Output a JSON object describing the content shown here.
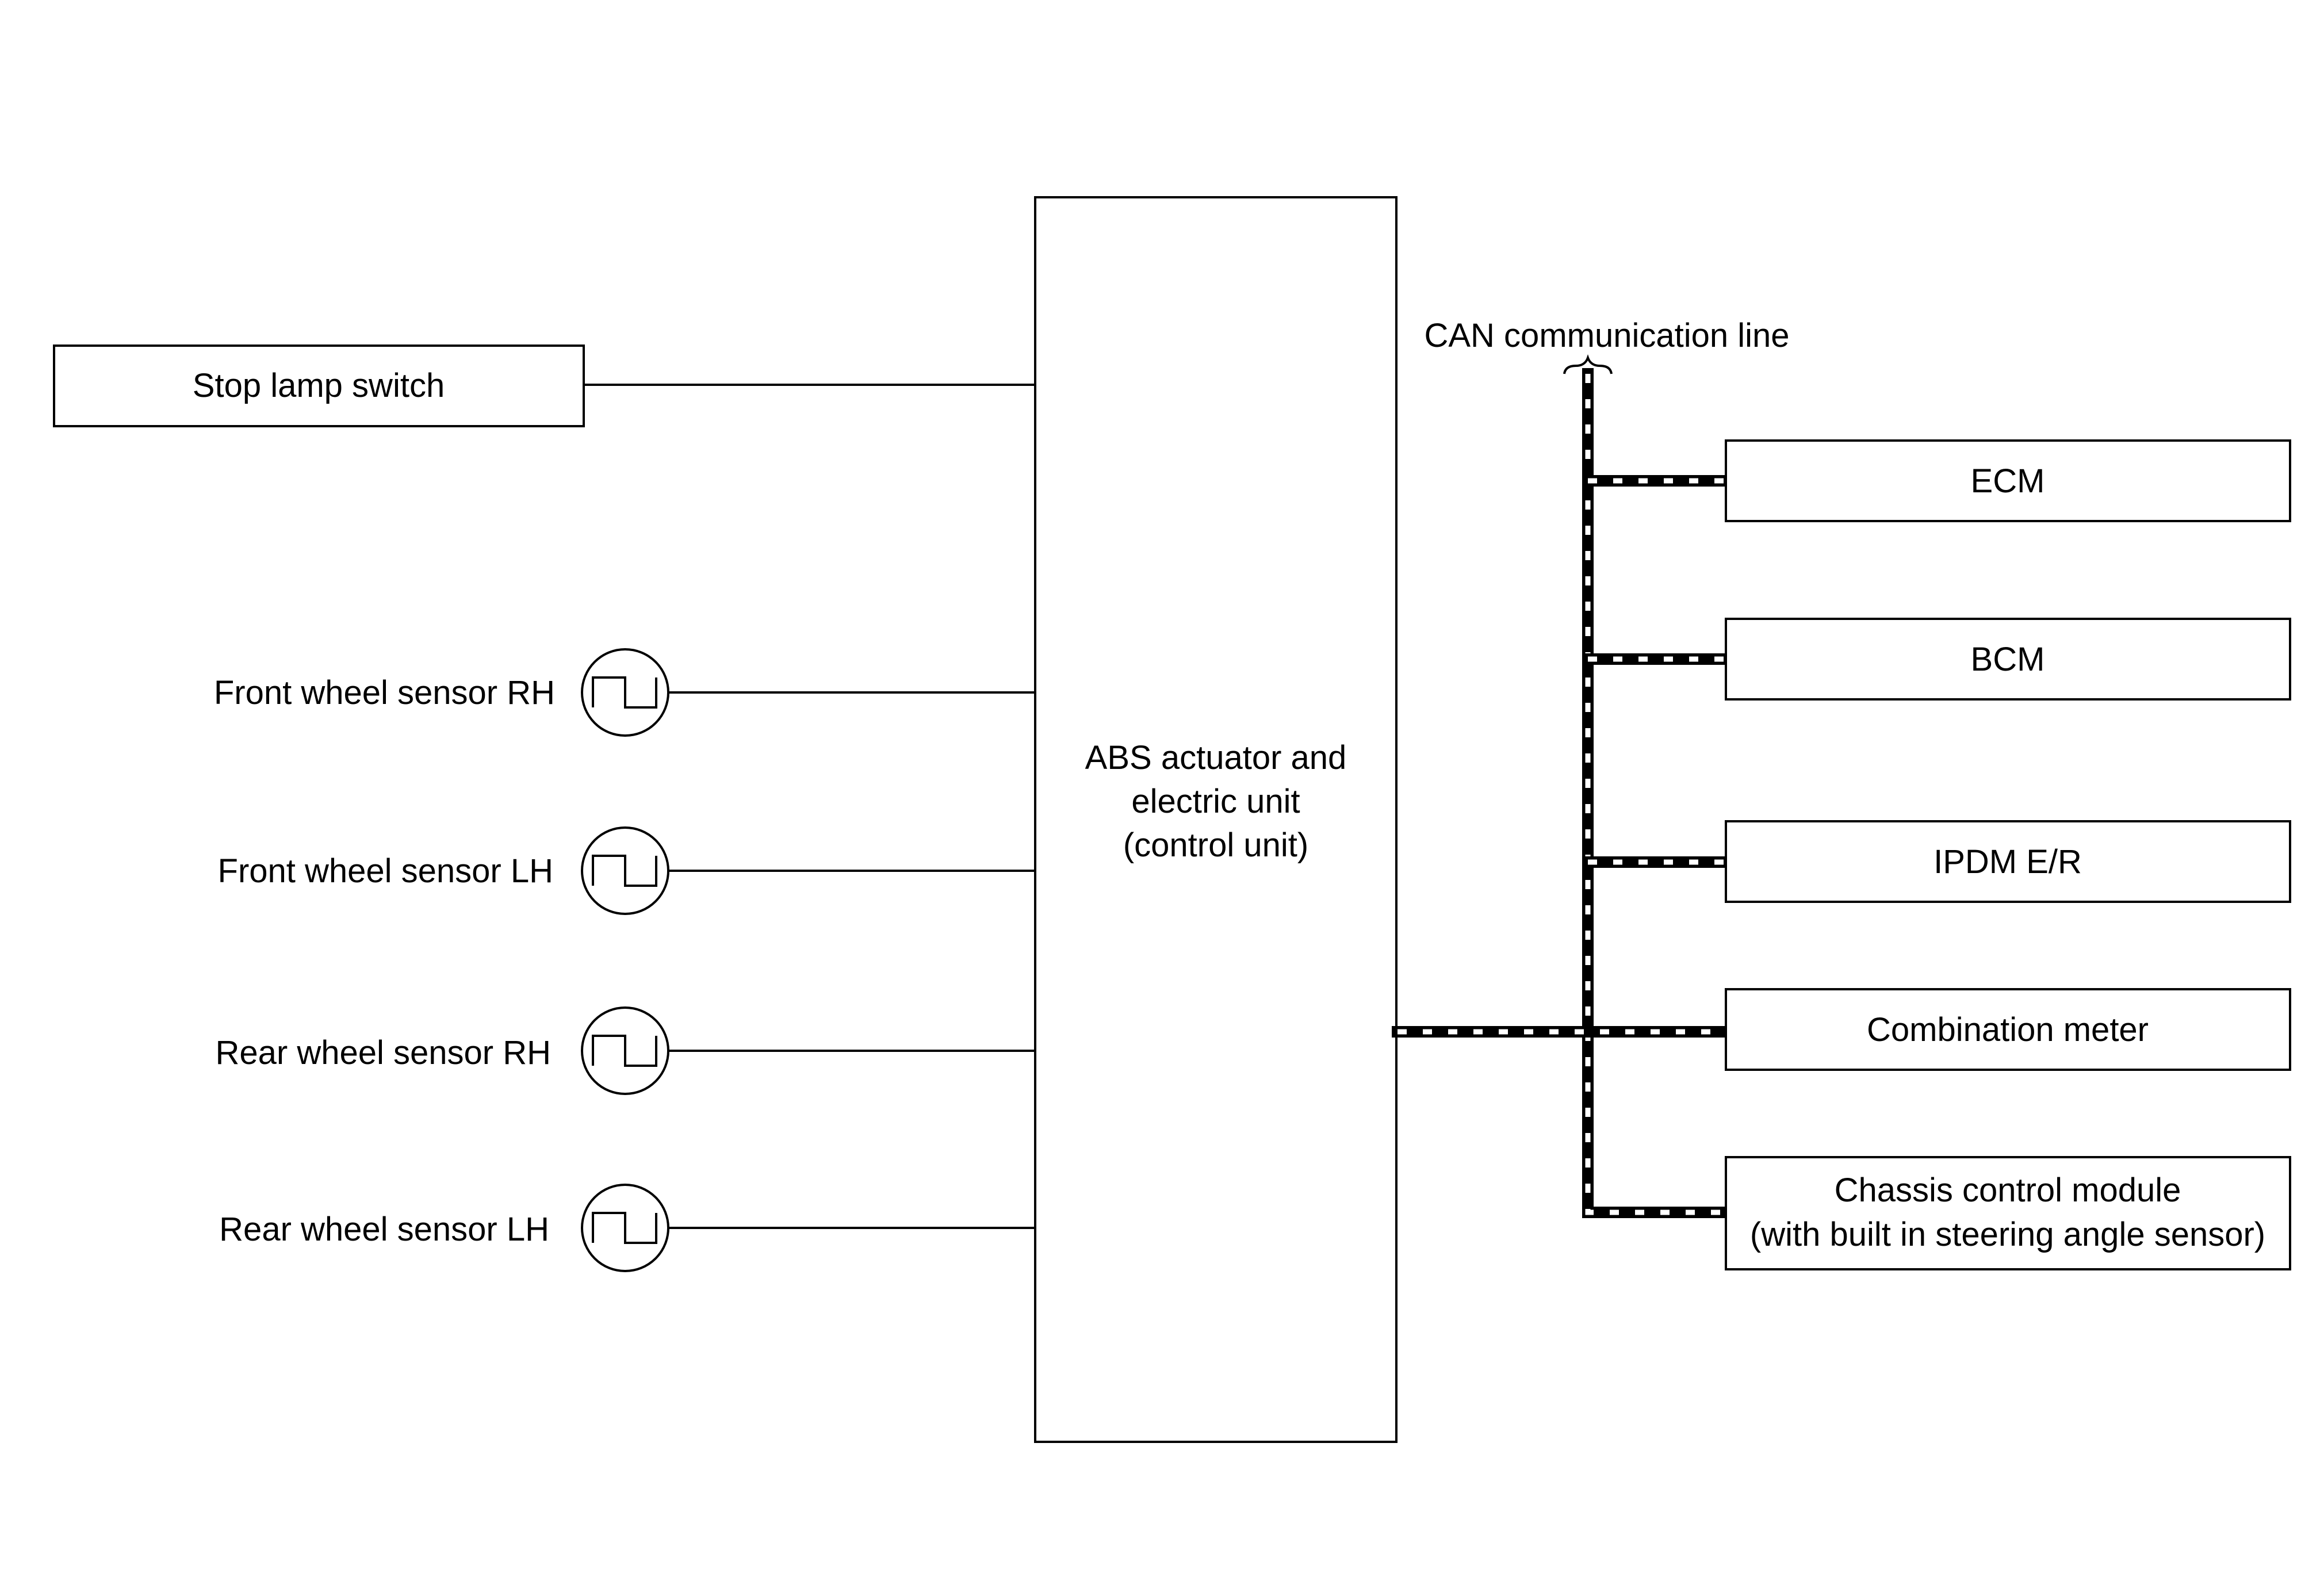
{
  "diagram": {
    "inputs": {
      "stop_lamp_switch": "Stop lamp switch",
      "sensors": [
        {
          "label": "Front wheel sensor RH"
        },
        {
          "label": "Front wheel sensor LH"
        },
        {
          "label": "Rear wheel sensor RH"
        },
        {
          "label": "Rear wheel sensor LH"
        }
      ]
    },
    "control_unit": {
      "lines": [
        "ABS actuator and",
        "electric unit",
        "(control unit)"
      ]
    },
    "can_line_label": "CAN communication line",
    "modules": [
      {
        "lines": [
          "ECM"
        ]
      },
      {
        "lines": [
          "BCM"
        ]
      },
      {
        "lines": [
          "IPDM E/R"
        ]
      },
      {
        "lines": [
          "Combination meter"
        ]
      },
      {
        "lines": [
          "Chassis control module",
          "(with built in steering angle sensor)"
        ]
      }
    ]
  }
}
